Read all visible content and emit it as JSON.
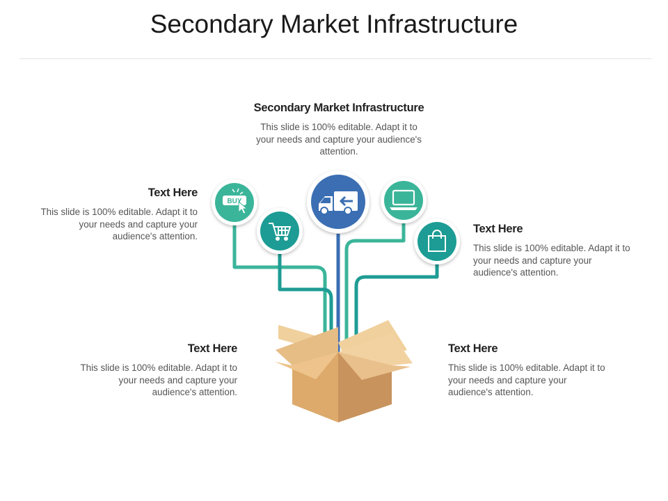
{
  "title": "Secondary Market Infrastructure",
  "blocks": {
    "top": {
      "heading": "Secondary Market Infrastructure",
      "body": "This slide is 100% editable. Adapt it to your needs and capture your audience's attention."
    },
    "upper_left": {
      "heading": "Text Here",
      "body": "This slide is 100% editable. Adapt it to your needs and capture your audience's attention."
    },
    "upper_right": {
      "heading": "Text Here",
      "body": "This slide is 100% editable. Adapt it to your needs and capture your audience's attention."
    },
    "lower_left": {
      "heading": "Text Here",
      "body": "This slide is 100% editable. Adapt it to your needs and capture your audience's attention."
    },
    "lower_right": {
      "heading": "Text Here",
      "body": "This slide is 100% editable. Adapt it to your needs and capture your audience's attention."
    }
  },
  "icons": {
    "buy_badge_text": "BUY",
    "names": [
      "buy-click-icon",
      "shopping-cart-icon",
      "delivery-truck-icon",
      "laptop-icon",
      "shopping-bag-icon",
      "cardboard-box-icon"
    ]
  },
  "colors": {
    "teal_light": "#3bb59a",
    "teal_dark": "#1e9c94",
    "blue": "#3a6eb3",
    "box_light": "#e9c08c",
    "box_dark": "#c8935d"
  }
}
